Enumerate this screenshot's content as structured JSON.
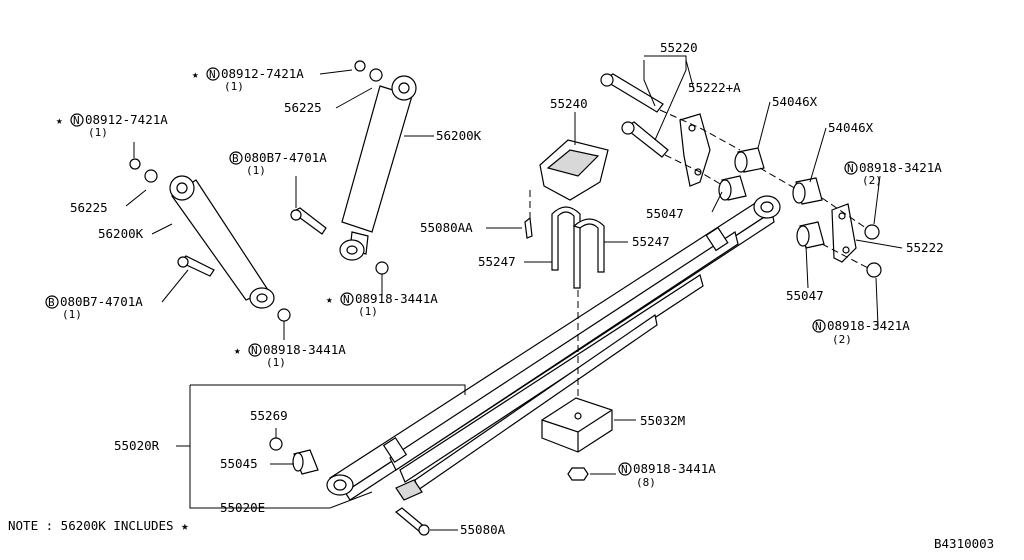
{
  "diagram_id": "B4310003",
  "note": "NOTE : 56200K INCLUDES ★",
  "labels": {
    "p55220": "55220",
    "p55222a": "55222+A",
    "p55240": "55240",
    "p54046x_a": "54046X",
    "p54046x_b": "54046X",
    "p08918_3421a_1": "08918-3421A",
    "p08918_3421a_1_qty": "(2)",
    "p55047_a": "55047",
    "p55080aa": "55080AA",
    "p55247_l": "55247",
    "p55247_r": "55247",
    "p55222": "55222",
    "p55047_b": "55047",
    "p08918_3421a_2": "08918-3421A",
    "p08918_3421a_2_qty": "(2)",
    "p55032m": "55032M",
    "p08918_3441a_c": "08918-3441A",
    "p08918_3441a_c_qty": "(8)",
    "p55269": "55269",
    "p55020r": "55020R",
    "p55045": "55045",
    "p55020e": "55020E",
    "p55080a": "55080A",
    "p08912_7421a_t": "08912-7421A",
    "p08912_7421a_t_qty": "(1)",
    "p56225_t": "56225",
    "p56200k_t": "56200K",
    "p080b7_4701a_t": "080B7-4701A",
    "p080b7_4701a_t_qty": "(1)",
    "p08918_3441a_t": "08918-3441A",
    "p08918_3441a_t_qty": "(1)",
    "p08912_7421a_l": "08912-7421A",
    "p08912_7421a_l_qty": "(1)",
    "p56225_l": "56225",
    "p56200k_l": "56200K",
    "p080b7_4701a_l": "080B7-4701A",
    "p080b7_4701a_l_qty": "(1)",
    "p08918_3441a_l": "08918-3441A",
    "p08918_3441a_l_qty": "(1)"
  },
  "symbols": {
    "nut_mark": "N",
    "bolt_mark": "B",
    "star": "★"
  }
}
